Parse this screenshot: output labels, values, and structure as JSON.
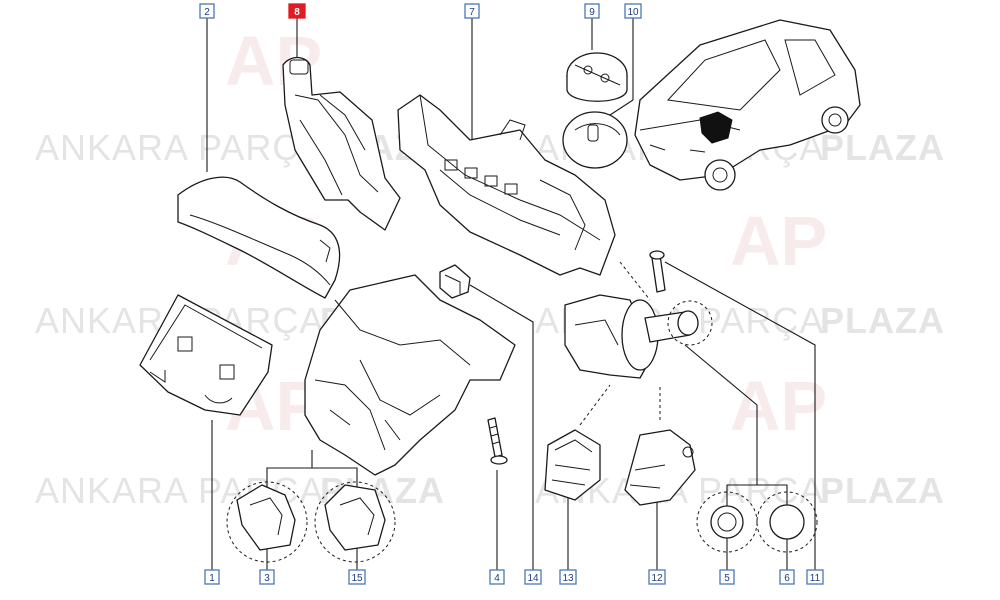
{
  "watermark": {
    "text_light": "ANKARA PARÇA",
    "text_bold": "PLAZA",
    "logo_letters": "AP"
  },
  "callouts": [
    {
      "id": "c1",
      "label": "1"
    },
    {
      "id": "c2",
      "label": "2"
    },
    {
      "id": "c3",
      "label": "3"
    },
    {
      "id": "c4",
      "label": "4"
    },
    {
      "id": "c5",
      "label": "5"
    },
    {
      "id": "c6",
      "label": "6"
    },
    {
      "id": "c7",
      "label": "7"
    },
    {
      "id": "c8",
      "label": "8",
      "highlighted": true
    },
    {
      "id": "c9",
      "label": "9"
    },
    {
      "id": "c10",
      "label": "10"
    },
    {
      "id": "c11",
      "label": "11"
    },
    {
      "id": "c12",
      "label": "12"
    },
    {
      "id": "c13",
      "label": "13"
    },
    {
      "id": "c14",
      "label": "14"
    },
    {
      "id": "c15",
      "label": "15"
    }
  ],
  "colors": {
    "callout_border": "#4a78b5",
    "callout_text": "#1c3f7a",
    "highlight": "#e01b24",
    "line": "#1a1a1a",
    "watermark": "#e4e4e4"
  }
}
